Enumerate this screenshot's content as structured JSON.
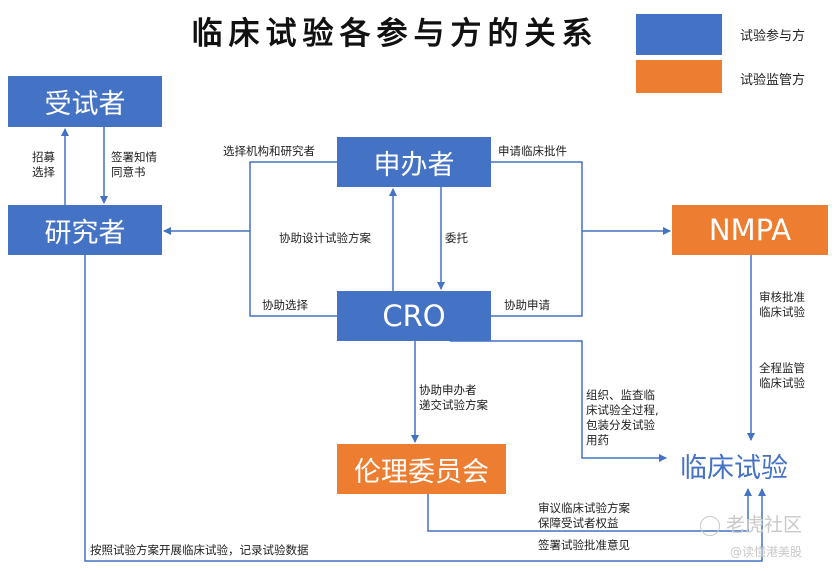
{
  "title": "临床试验各参与方的关系",
  "legend": [
    {
      "label": "试验参与方",
      "color": "#4472c4"
    },
    {
      "label": "试验监管方",
      "color": "#ed7d31"
    }
  ],
  "nodes": {
    "subject": "受试者",
    "investigator": "研究者",
    "sponsor": "申办者",
    "cro": "CRO",
    "nmpa": "NMPA",
    "ethics": "伦理委员会",
    "trial": "临床试验"
  },
  "edge_labels": {
    "recruit": "招募\n选择",
    "consent": "签署知情\n同意书",
    "select_inst": "选择机构和研究者",
    "apply_approval": "申请临床批件",
    "assist_design": "协助设计试验方案",
    "entrust": "委托",
    "assist_select": "协助选择",
    "assist_apply": "协助申请",
    "review_approve": "审核批准\n临床试验",
    "supervise": "全程监管\n临床试验",
    "assist_submit": "协助申办者\n递交试验方案",
    "organize": "组织、监查临\n床试验全过程,\n包装分发试验\n用药",
    "review_protocol": "审议临床试验方案\n保障受试者权益",
    "sign_opinion": "签署试验批准意见",
    "conduct": "按照试验方案开展临床试验，记录试验数据"
  },
  "colors": {
    "participant": "#4472c4",
    "regulator": "#ed7d31",
    "line": "#4472c4"
  },
  "watermark": {
    "brand": "老虎社区",
    "author": "@读懂港美股"
  }
}
